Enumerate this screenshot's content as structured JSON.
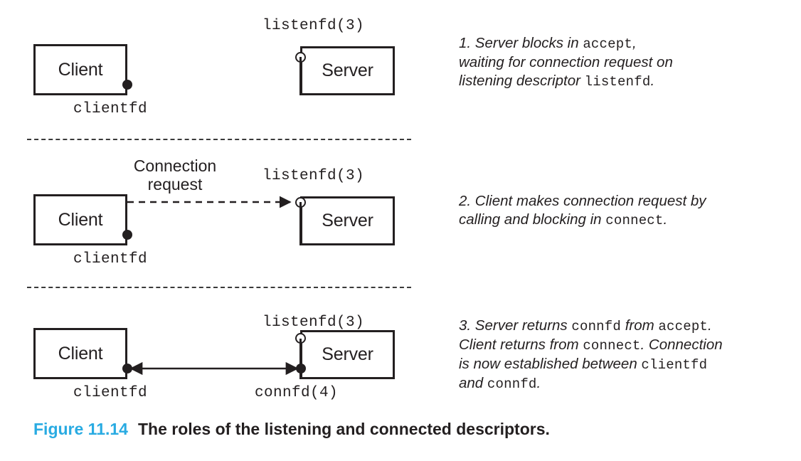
{
  "figure": {
    "number": "Figure 11.14",
    "title": "The roles of the listening and connected descriptors.",
    "number_color": "#29abe2",
    "ink_color": "#231f20"
  },
  "panels": [
    {
      "id": "panel-1",
      "client_label": "Client",
      "server_label": "Server",
      "client_fd_label": "clientfd",
      "server_listen_label": "listenfd(3)",
      "server_conn_label": null,
      "link": "none",
      "caption_runs": [
        {
          "text": "1. Server blocks in ",
          "style": "italic"
        },
        {
          "text": "accept",
          "style": "code"
        },
        {
          "text": ",",
          "style": "italic"
        },
        {
          "text": "\n",
          "style": "break"
        },
        {
          "text": "waiting for connection request on",
          "style": "italic"
        },
        {
          "text": "\n",
          "style": "break"
        },
        {
          "text": "listening descriptor ",
          "style": "italic"
        },
        {
          "text": "listenfd",
          "style": "code"
        },
        {
          "text": ".",
          "style": "italic"
        }
      ]
    },
    {
      "id": "panel-2",
      "client_label": "Client",
      "server_label": "Server",
      "client_fd_label": "clientfd",
      "server_listen_label": "listenfd(3)",
      "server_conn_label": null,
      "link": "dashed-arrow-right",
      "link_label_line1": "Connection",
      "link_label_line2": "request",
      "caption_runs": [
        {
          "text": "2. Client makes connection request by",
          "style": "italic"
        },
        {
          "text": "\n",
          "style": "break"
        },
        {
          "text": "calling and blocking in ",
          "style": "italic"
        },
        {
          "text": "connect",
          "style": "code"
        },
        {
          "text": ".",
          "style": "italic"
        }
      ]
    },
    {
      "id": "panel-3",
      "client_label": "Client",
      "server_label": "Server",
      "client_fd_label": "clientfd",
      "server_listen_label": "listenfd(3)",
      "server_conn_label": "connfd(4)",
      "link": "solid-double-arrow",
      "caption_runs": [
        {
          "text": "3. Server returns ",
          "style": "italic"
        },
        {
          "text": "connfd",
          "style": "code"
        },
        {
          "text": " from ",
          "style": "italic"
        },
        {
          "text": "accept",
          "style": "code"
        },
        {
          "text": ".",
          "style": "italic"
        },
        {
          "text": "\n",
          "style": "break"
        },
        {
          "text": "Client returns from ",
          "style": "italic"
        },
        {
          "text": "connect",
          "style": "code"
        },
        {
          "text": ". Connection",
          "style": "italic"
        },
        {
          "text": "\n",
          "style": "break"
        },
        {
          "text": "is now established between ",
          "style": "italic"
        },
        {
          "text": "clientfd",
          "style": "code"
        },
        {
          "text": "\n",
          "style": "break"
        },
        {
          "text": "and ",
          "style": "italic"
        },
        {
          "text": "connfd",
          "style": "code"
        },
        {
          "text": ".",
          "style": "italic"
        }
      ]
    }
  ],
  "separators": [
    {
      "id": "separator-1"
    },
    {
      "id": "separator-2"
    }
  ]
}
